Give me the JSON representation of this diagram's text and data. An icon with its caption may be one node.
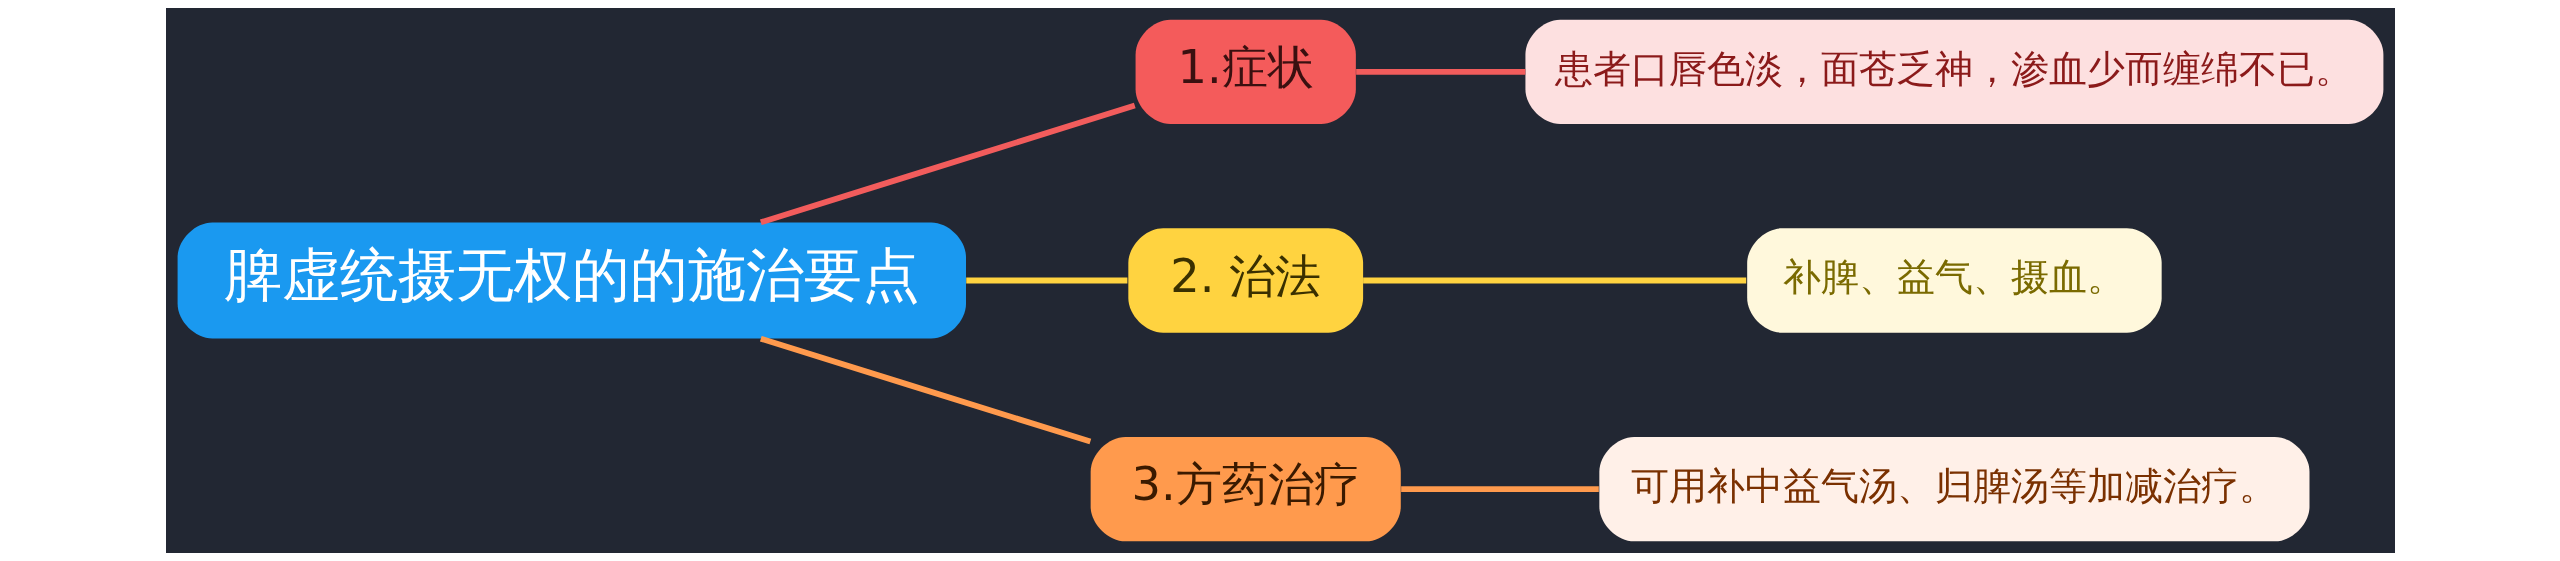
{
  "diagram": {
    "nodes": [
      {
        "text": [
          "脾虚统摄无权的的施治要点"
        ]
      },
      {
        "text": [
          "1.症状"
        ]
      },
      {
        "text": [
          "患者口唇色淡，面苍乏神，渗血少而缠绵不已。"
        ]
      },
      {
        "text": [
          "2. 治法"
        ]
      },
      {
        "text": [
          "补脾、益气、摄血。"
        ]
      },
      {
        "text": [
          "3.方药治疗"
        ]
      },
      {
        "text": [
          "可用补中益气汤、归脾汤等加减治疗。"
        ]
      }
    ],
    "edges": [
      {
        "from": 0,
        "to": 1,
        "arrow": "none",
        "color": "#f25c5c"
      },
      {
        "from": 1,
        "to": 2,
        "arrow": "none",
        "color": "#f25c5c"
      },
      {
        "from": 0,
        "to": 3,
        "arrow": "none",
        "color": "#ffd340"
      },
      {
        "from": 3,
        "to": 4,
        "arrow": "none",
        "color": "#ffd340"
      },
      {
        "from": 0,
        "to": 5,
        "arrow": "none",
        "color": "#ff9a4d"
      },
      {
        "from": 5,
        "to": 6,
        "arrow": "none",
        "color": "#ff9a4d"
      }
    ]
  }
}
